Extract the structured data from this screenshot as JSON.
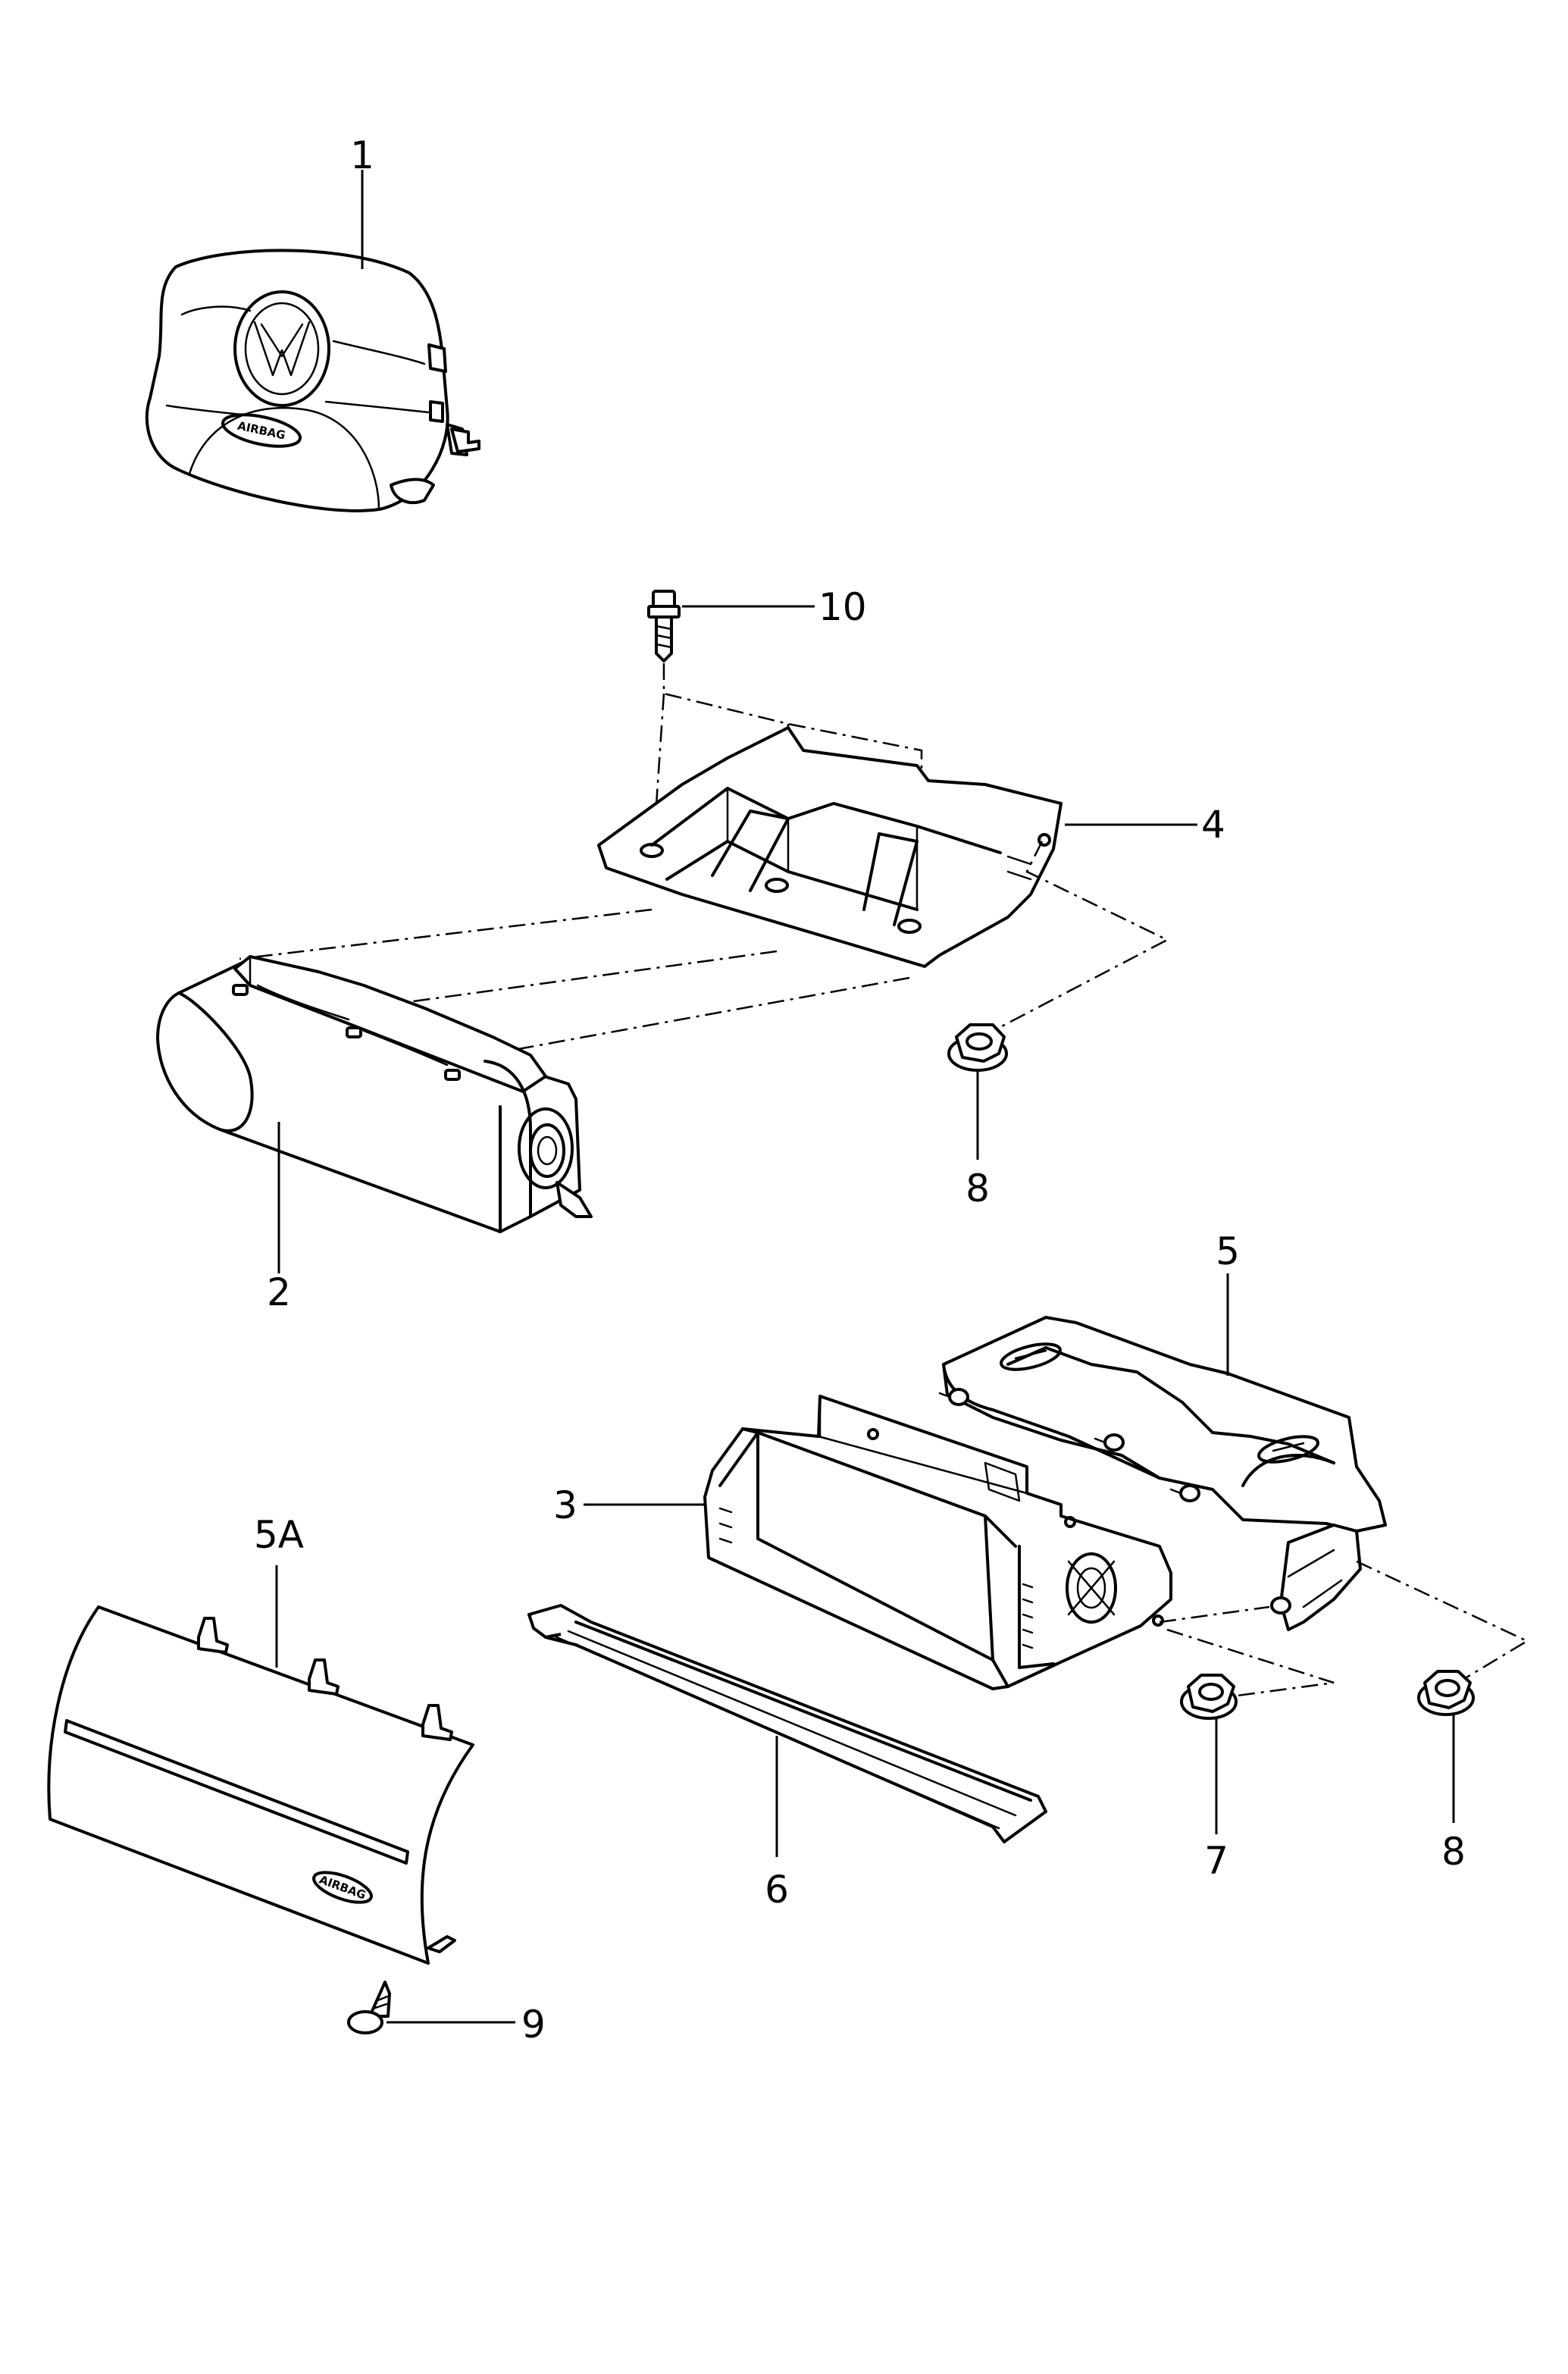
{
  "diagram": {
    "callouts": {
      "c1": "1",
      "c2": "2",
      "c3": "3",
      "c4": "4",
      "c5": "5",
      "c5a": "5A",
      "c6": "6",
      "c7": "7",
      "c8a": "8",
      "c8b": "8",
      "c9": "9",
      "c10": "10"
    },
    "embossed_text": {
      "steering_airbag_label": "AIRBAG",
      "dash_cover_label": "AIRBAG"
    },
    "brand_emblem": "VW"
  }
}
